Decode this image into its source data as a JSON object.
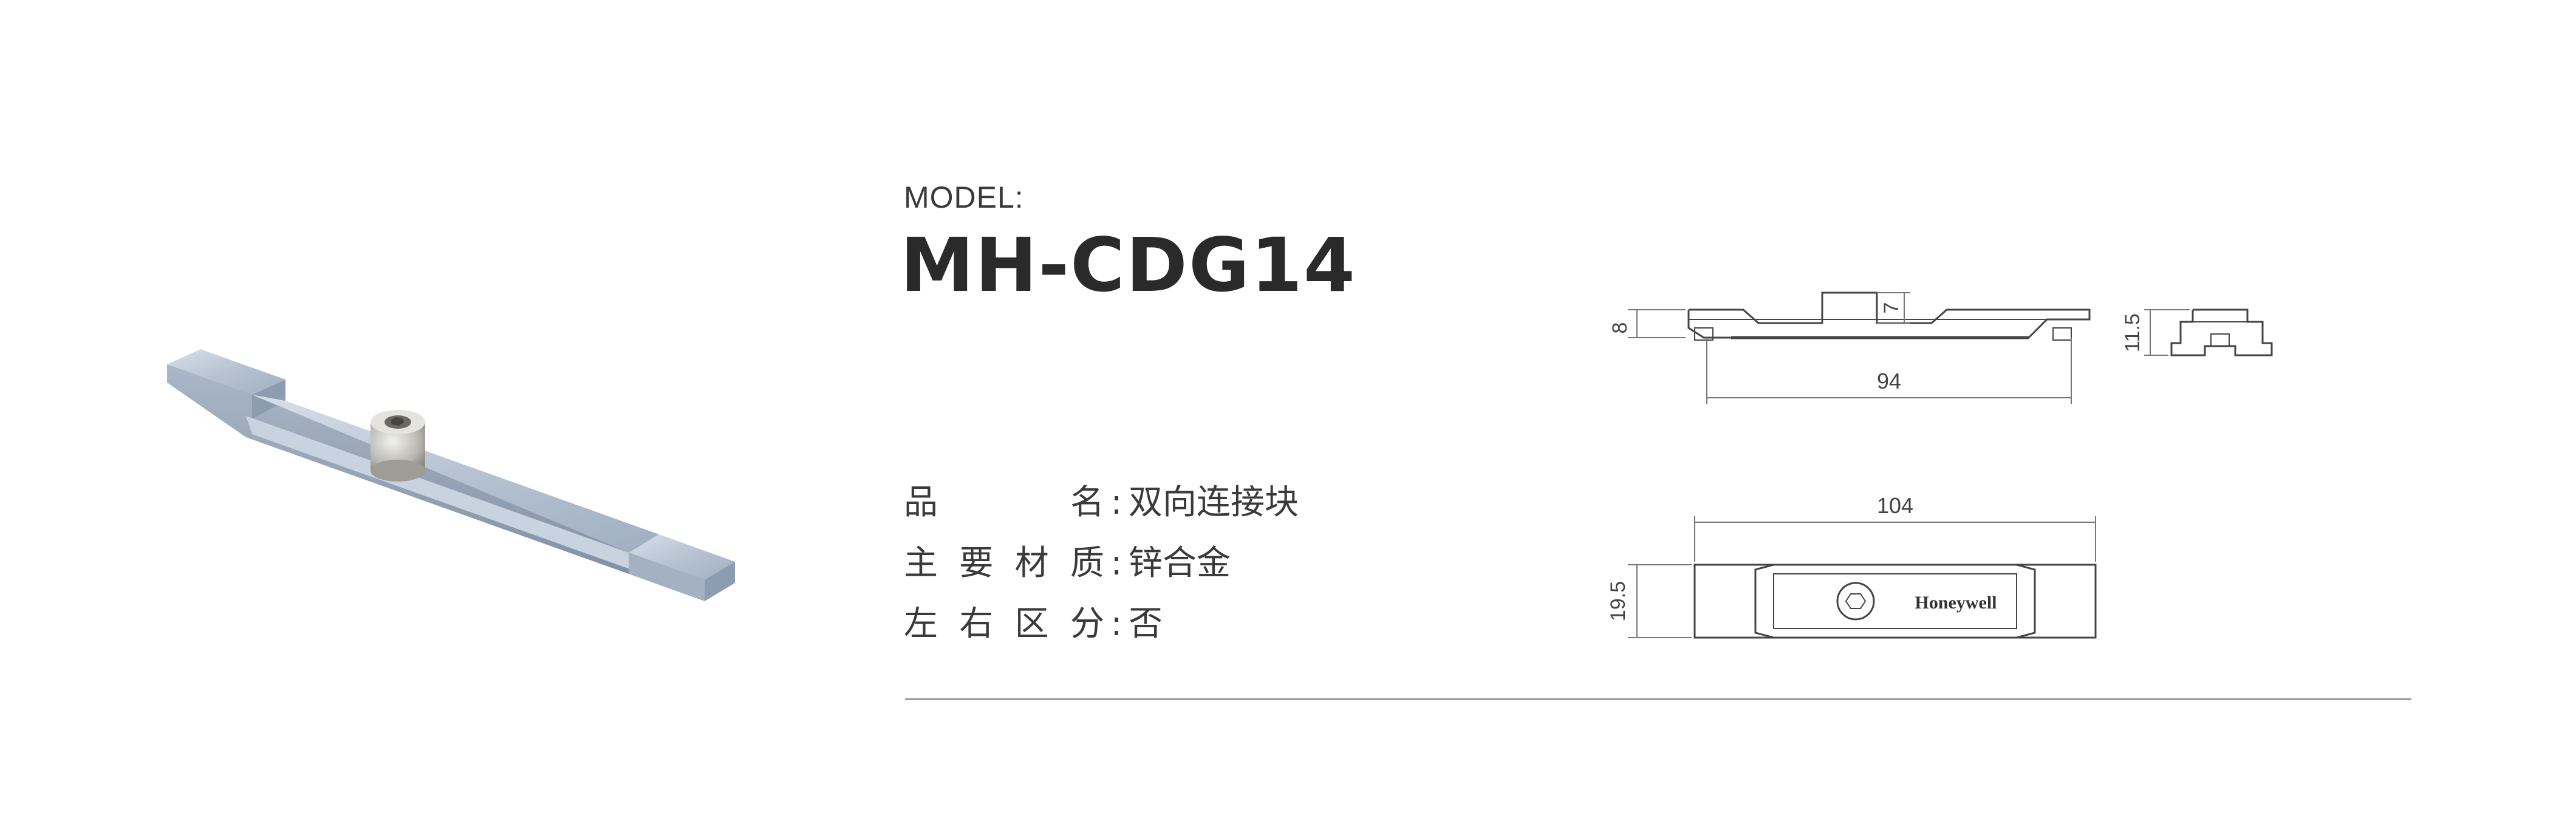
{
  "header": {
    "model_label": "MODEL:",
    "model_number": "MH-CDG14"
  },
  "specs": [
    {
      "label": "品名",
      "separator": ":",
      "value": "双向连接块"
    },
    {
      "label": "主要材质",
      "separator": ":",
      "value": "锌合金"
    },
    {
      "label": "左右区分",
      "separator": ":",
      "value": "否"
    }
  ],
  "drawings": {
    "side_view": {
      "height_dim": "8",
      "boss_dim": "7",
      "length_dim": "94"
    },
    "end_view": {
      "height_dim": "11.5"
    },
    "top_view": {
      "length_dim": "104",
      "width_dim": "19.5",
      "brand_text": "Honeywell"
    }
  },
  "colors": {
    "text": "#3a3a3a",
    "line": "#444444",
    "dim_line": "#777777",
    "product_metal": "#b9c6d6",
    "divider": "#9a9a9a"
  }
}
